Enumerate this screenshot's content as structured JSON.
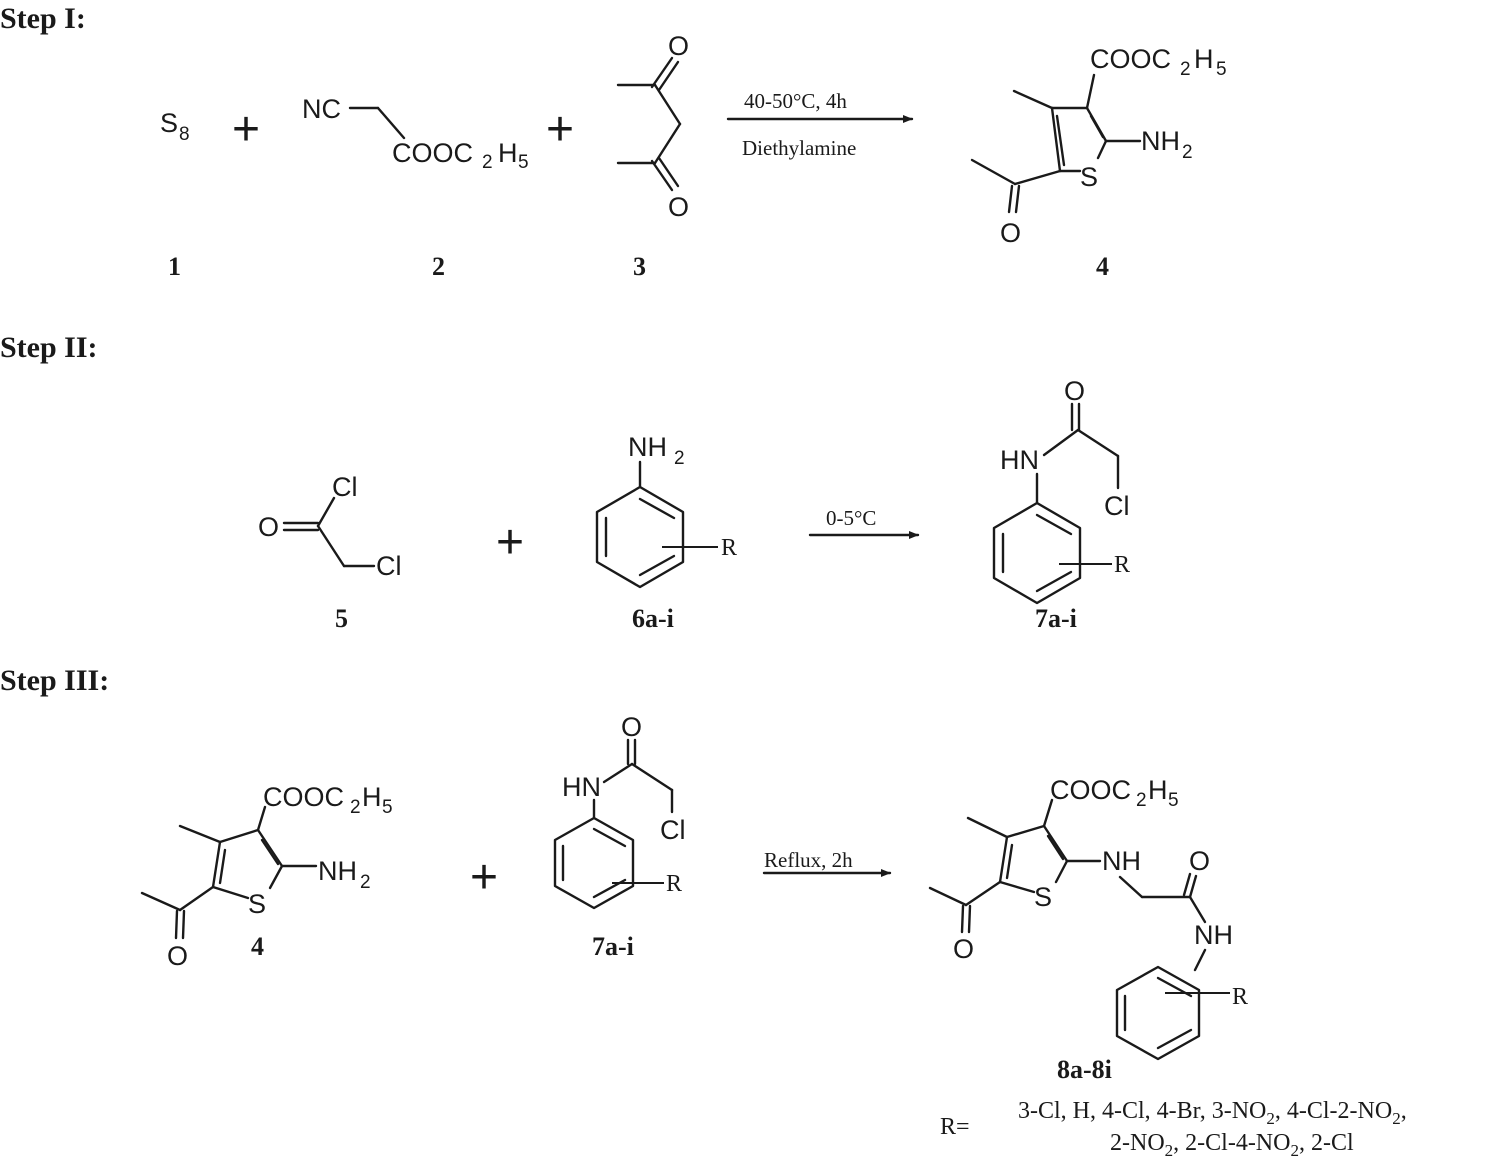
{
  "steps": {
    "one": "Step I:",
    "two": "Step II:",
    "three": "Step III:"
  },
  "labels": {
    "s": "S",
    "s8_sub": "8",
    "nc": "NC",
    "cooc": "COOC",
    "two_sub": "2",
    "h": "H",
    "five_sub": "5",
    "o": "O",
    "nh": "NH",
    "hn": "HN",
    "cl": "Cl",
    "r": "R",
    "plus": "+"
  },
  "conditions": {
    "step1_top": "40-50°C, 4h",
    "step1_bottom": "Diethylamine",
    "step2_top": "0-5°C",
    "step3_top": "Reflux, 2h"
  },
  "compounds": {
    "c1": "1",
    "c2": "2",
    "c3": "3",
    "c4": "4",
    "c5": "5",
    "c6": "6a-i",
    "c7": "7a-i",
    "c8": "8a-8i"
  },
  "substituents": {
    "label": "R=",
    "line1_a": "3-Cl, H, 4-Cl, 4-Br, 3-NO",
    "line1_b": ", 4-Cl-2-NO",
    "line1_c": ",",
    "line2_a": "2-NO",
    "line2_b": ", 2-Cl-4-NO",
    "line2_c": ", 2-Cl",
    "sub2": "2"
  }
}
